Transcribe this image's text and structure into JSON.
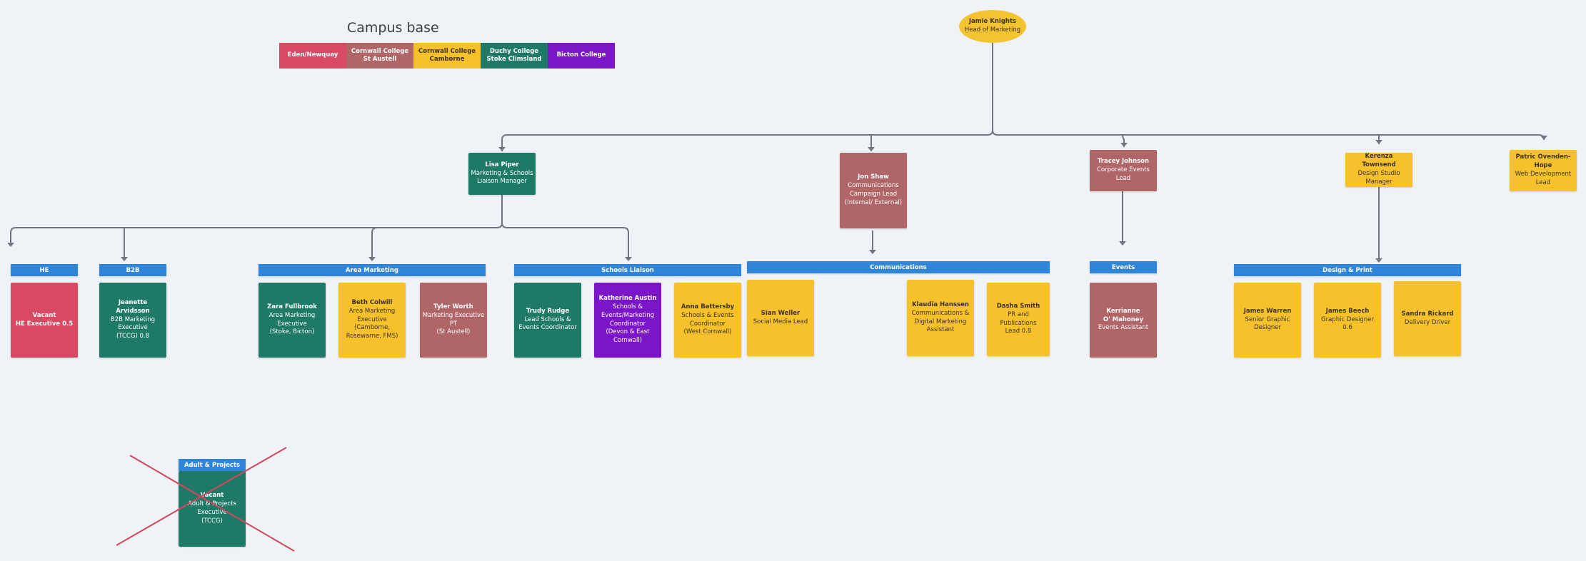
{
  "legend": {
    "title": "Campus base",
    "items": [
      {
        "label": "Eden/Newquay",
        "color": "#d84a63",
        "text": "#ffffff"
      },
      {
        "label": "Cornwall College\nSt Austell",
        "color": "#b06566",
        "text": "#ffffff"
      },
      {
        "label": "Cornwall College\nCamborne",
        "color": "#f7c12b",
        "text": "#3b3320"
      },
      {
        "label": "Duchy College\nStoke Climsland",
        "color": "#1e7a66",
        "text": "#ffffff"
      },
      {
        "label": "Bicton College",
        "color": "#7a15c8",
        "text": "#ffffff"
      }
    ]
  },
  "head": {
    "name": "Jamie Knights",
    "role": "Head of Marketing"
  },
  "managers": {
    "lisa": {
      "name": "Lisa Piper",
      "role": "Marketing & Schools\nLiaison Manager"
    },
    "jon": {
      "name": "Jon Shaw",
      "role": "Communications\nCampaign Lead\n(Internal/ External)"
    },
    "tracey": {
      "name": "Tracey Johnson",
      "role": "Corporate Events\nLead"
    },
    "kerenza": {
      "name": "Kerenza Townsend",
      "role": "Design Studio\nManager"
    },
    "patric": {
      "name": "Patric Ovenden-\nHope",
      "role": "Web Development\nLead"
    }
  },
  "teams": {
    "he": "HE",
    "b2b": "B2B",
    "area": "Area Marketing",
    "schools": "Schools Liaison",
    "comms": "Communications",
    "events": "Events",
    "design": "Design & Print",
    "adult": "Adult & Projects"
  },
  "staff": {
    "vacant_he": {
      "name": "Vacant\nHE Executive  0.5",
      "role": ""
    },
    "jeanette": {
      "name": "Jeanette Arvidsson",
      "role": "B2B Marketing\nExecutive\n(TCCG) 0.8"
    },
    "zara": {
      "name": "Zara Fullbrook",
      "role": "Area Marketing\nExecutive\n(Stoke, Bicton)"
    },
    "beth": {
      "name": "Beth Colwill",
      "role": "Area Marketing\nExecutive\n(Camborne,\nRosewarne, FMS)"
    },
    "tyler": {
      "name": "Tyler Worth",
      "role": "Marketing Executive\nPT\n(St Austell)"
    },
    "trudy": {
      "name": "Trudy Rudge",
      "role": "Lead Schools &\nEvents Coordinator"
    },
    "katherine": {
      "name": "Katherine Austin",
      "role": "Schools &\nEvents/Marketing\nCoordinator\n(Devon & East\nCornwall)"
    },
    "anna": {
      "name": "Anna Battersby",
      "role": "Schools & Events\nCoordinator\n(West Cornwall)"
    },
    "sian": {
      "name": "Sian Weller",
      "role": "Social Media Lead"
    },
    "klaudia": {
      "name": "Klaudia Hanssen",
      "role": "Communications &\nDigital Marketing\nAssistant"
    },
    "dasha": {
      "name": "Dasha Smith",
      "role": "PR and Publications\nLead 0.8"
    },
    "kerrianne": {
      "name": "Kerrianne\nO' Mahoney",
      "role": "Events Assistant"
    },
    "jameswarren": {
      "name": "James Warren",
      "role": "Senior Graphic\nDesigner"
    },
    "jamesbeech": {
      "name": "James Beech",
      "role": "Graphic Designer 0.6"
    },
    "sandra": {
      "name": "Sandra Rickard",
      "role": "Delivery Driver"
    },
    "vacant_adult": {
      "name": "Vacant",
      "role": "Adult & Projects\nExecutive\n(TCCG)"
    }
  },
  "colors": {
    "connector": "#6f7680",
    "header_blue": "#2f86d8",
    "strike": "#d4465e"
  }
}
